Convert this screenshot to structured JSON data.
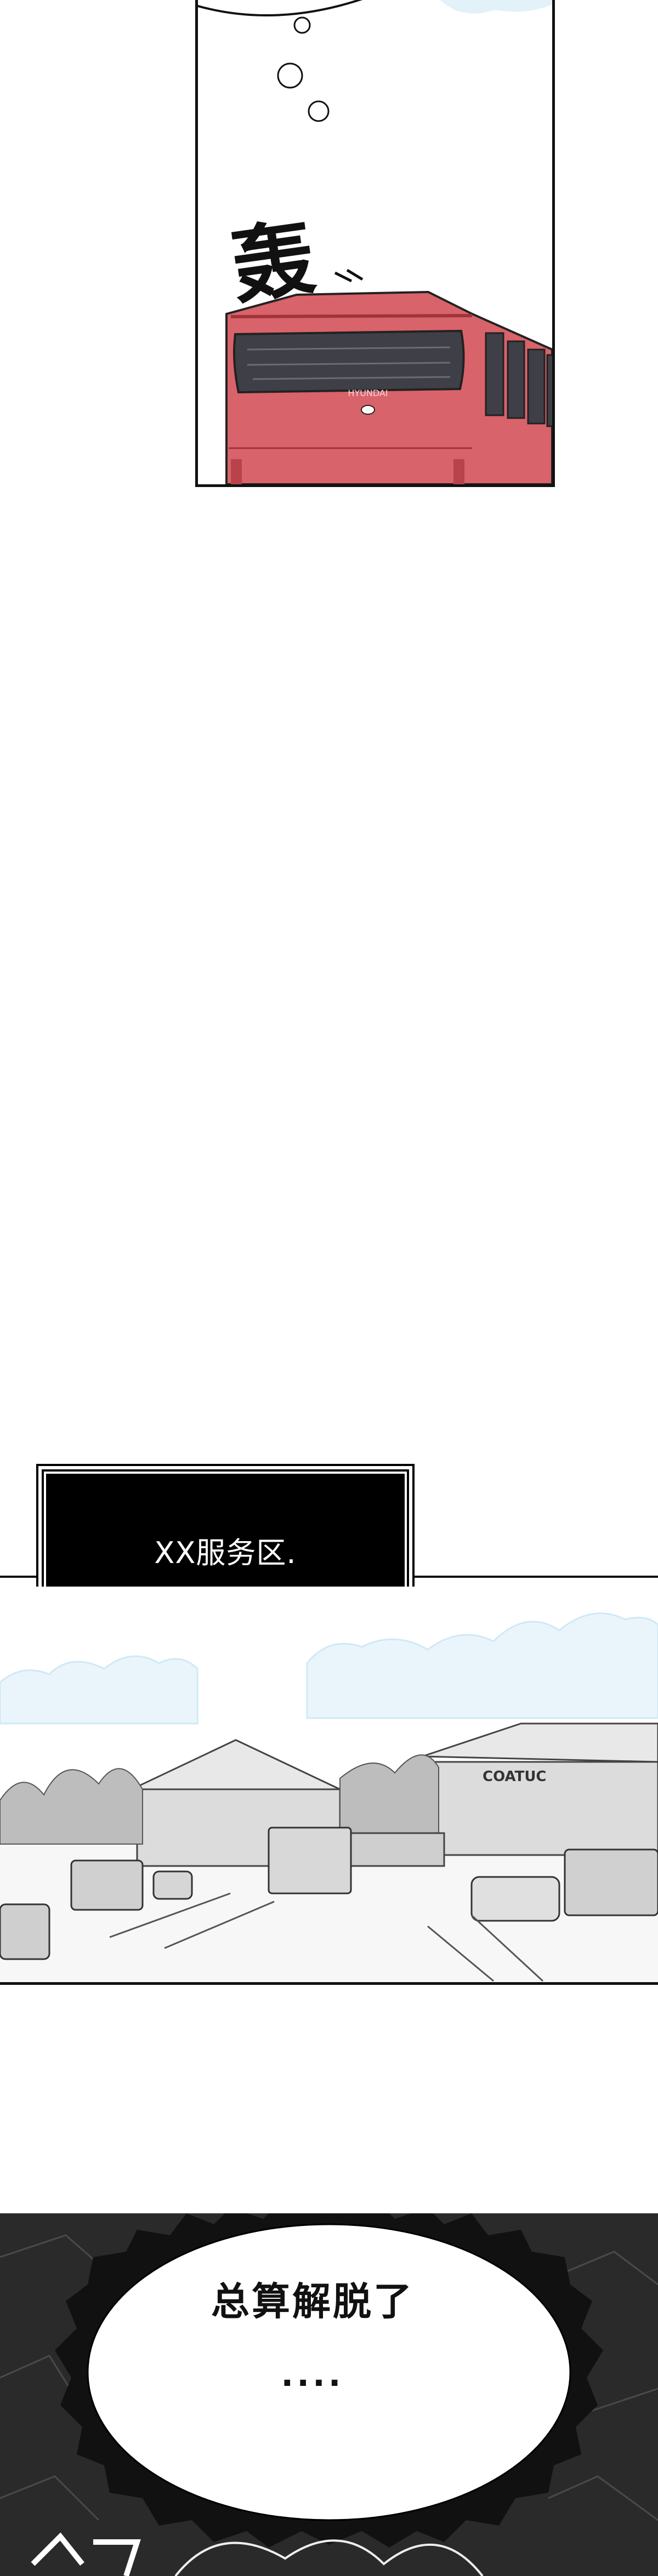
{
  "panels": {
    "bus": {
      "sound_effect": "轰",
      "bus_brand": "HYUNDAI"
    },
    "caption": {
      "text": "XX服务区."
    },
    "service_area": {
      "sign_text": "COATUC"
    },
    "thought": {
      "line1": "总算解脱了",
      "line2": "...."
    }
  },
  "colors": {
    "bus_red": "#d9636a",
    "bus_dark": "#3f3f47",
    "sky_blue": "#cfe9f5",
    "panel_dark": "#2a2a2a"
  }
}
